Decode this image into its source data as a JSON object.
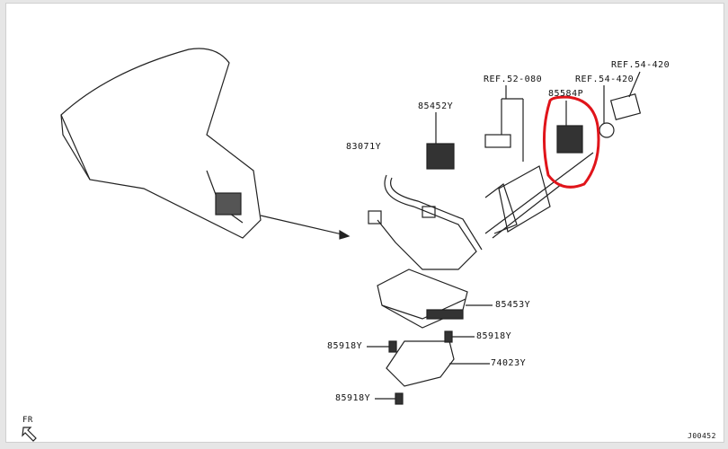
{
  "diagram": {
    "labels": {
      "p83071": "83071Y",
      "p85452": "85452Y",
      "ref52": "REF.52-080",
      "p85584": "85584P",
      "ref54a": "REF.54-420",
      "ref54b": "REF.54-420",
      "p85453": "85453Y",
      "p85918a": "85918Y",
      "p85918b": "85918Y",
      "p74023": "74023Y",
      "p85918c": "85918Y",
      "front": "FR",
      "drawing_no": "J00452"
    },
    "highlight_color": "#e0141a"
  }
}
